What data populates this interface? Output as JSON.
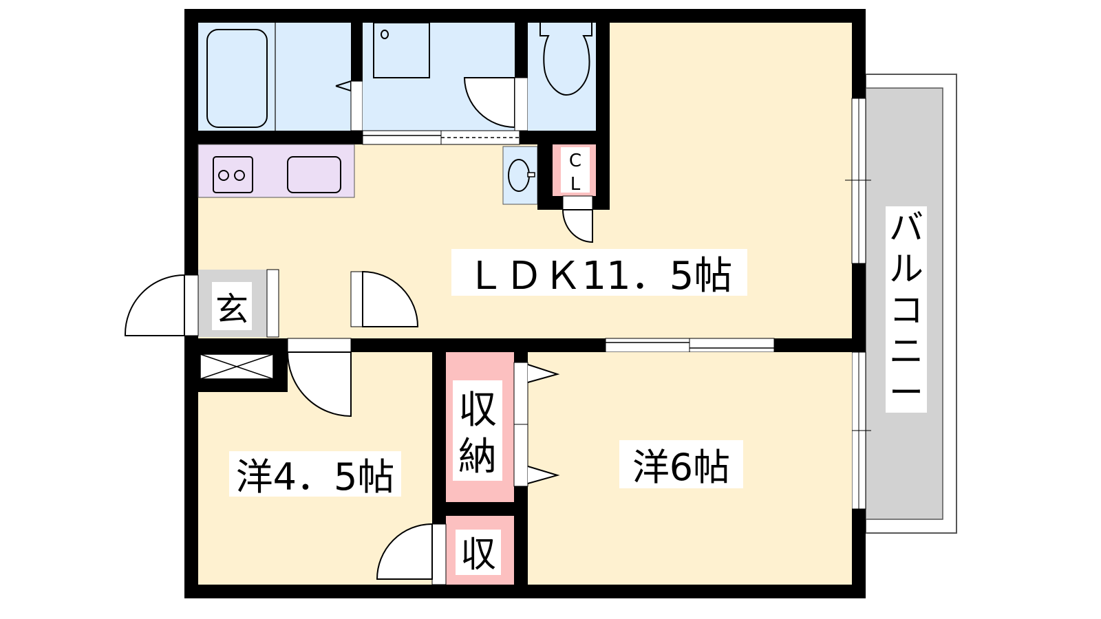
{
  "floorplan": {
    "rooms": {
      "ldk": "ＬＤＫ11．5帖",
      "western_small": "洋4．5帖",
      "western_large": "洋6帖",
      "entrance": "玄",
      "storage_large": [
        "収",
        "納"
      ],
      "storage_small": "収",
      "closet": [
        "C",
        "L"
      ],
      "balcony": [
        "バ",
        "ル",
        "コ",
        "ニ",
        "ー"
      ]
    },
    "colors": {
      "living": "#FEF1D0",
      "wet_area": "#DBEDFD",
      "kitchen": "#ECDEF5",
      "storage": "#FCC0C0",
      "entrance": "#D4D4D4",
      "balcony": "#D2D2D2",
      "wall": "#000000"
    }
  }
}
